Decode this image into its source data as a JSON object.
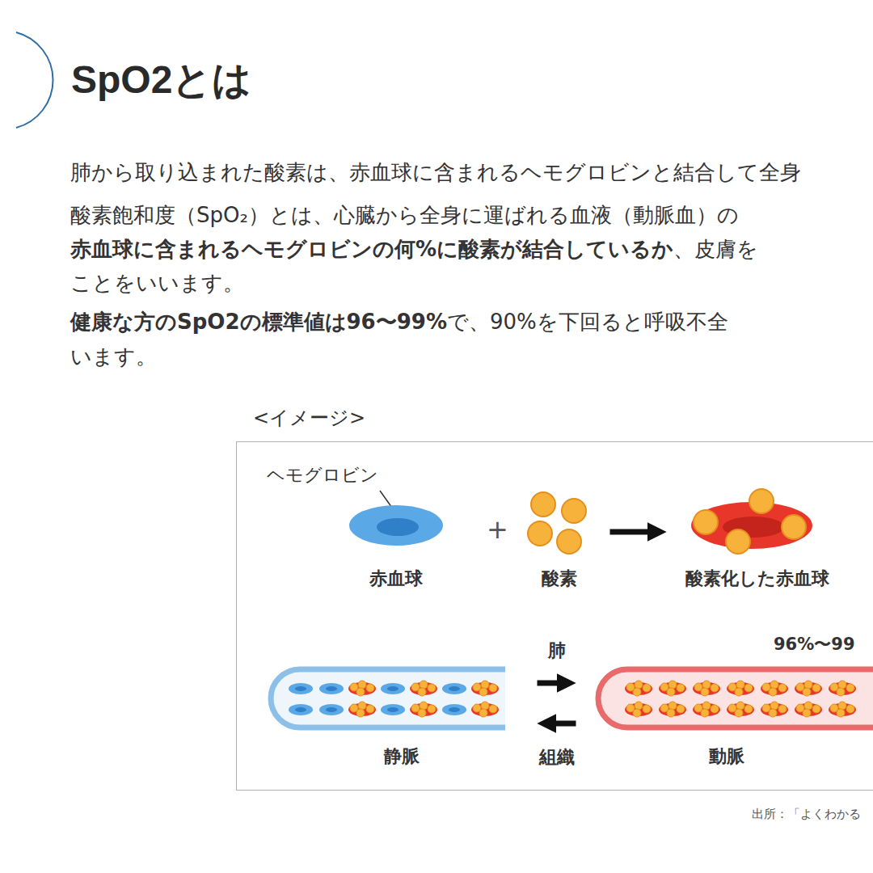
{
  "diagram": {
    "title": "SpO2とは",
    "nodes": [
      {
        "text": [
          "<イメージ>"
        ]
      },
      {
        "text": [
          "赤血球"
        ],
        "in": 0
      },
      {
        "text": [
          "酸素"
        ],
        "in": 0
      },
      {
        "text": [
          "酸素化した赤血球"
        ],
        "in": 0
      },
      {
        "text": [
          "静脈"
        ],
        "in": 0
      },
      {
        "text": [
          "動脈",
          "96%〜99"
        ],
        "in": 0
      }
    ],
    "edges": [
      {
        "from": 2,
        "to": 3,
        "arrow": "to"
      },
      {
        "from": 4,
        "to": 5,
        "label": "肺",
        "arrow": "to"
      },
      {
        "from": 5,
        "to": 4,
        "label": "組織",
        "arrow": "to"
      }
    ],
    "labels": [
      "肺から取り込まれた酸素は、赤血球に含まれるヘモグロビンと結合して全身",
      "酸素飽和度（SpO₂）とは、心臓から全身に運ばれる血液（動脈血）の",
      "赤血球に含まれるヘモグロビンの何%に酸素が結合しているか",
      "、皮膚を",
      "ことをいいます。",
      "健康な方のSpO2の標準値は96〜99%",
      "で、90%を下回ると呼吸不全",
      "います。",
      "ヘモグロビン",
      "+",
      "出所：「よくわかる"
    ]
  }
}
